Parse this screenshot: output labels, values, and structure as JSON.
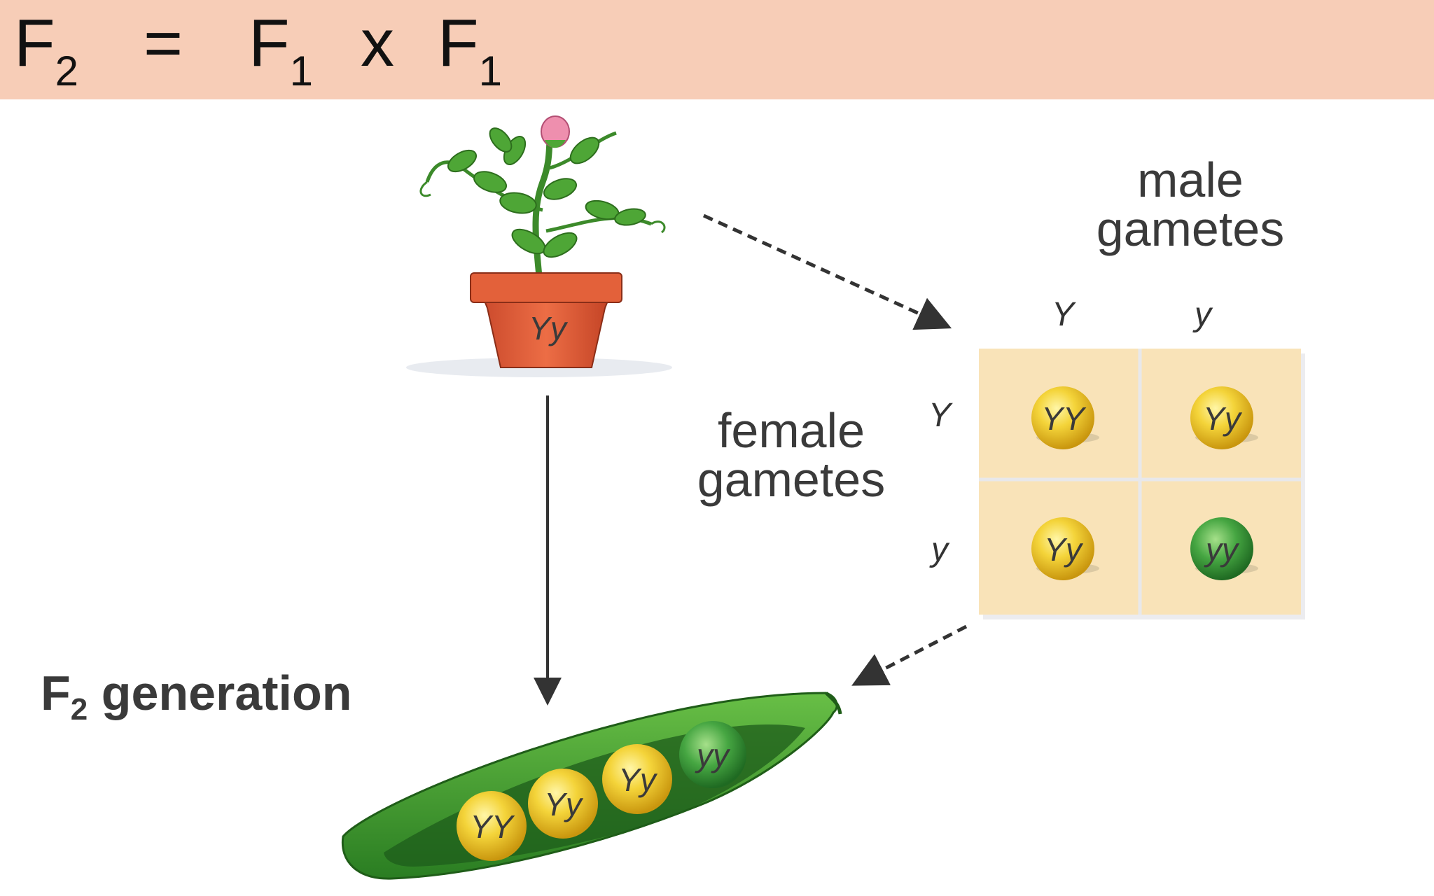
{
  "header": {
    "f2": "F",
    "f2_sub": "2",
    "equals": "=",
    "f1a": "F",
    "f1a_sub": "1",
    "times": "x",
    "f1b": "F",
    "f1b_sub": "1"
  },
  "plant": {
    "pot_label": "Yy"
  },
  "punnett": {
    "male_label_line1": "male",
    "male_label_line2": "gametes",
    "female_label_line1": "female",
    "female_label_line2": "gametes",
    "male_alleles": [
      "Y",
      "y"
    ],
    "female_alleles": [
      "Y",
      "y"
    ],
    "cells": [
      "YY",
      "Yy",
      "Yy",
      "yy"
    ]
  },
  "generation": {
    "label": "F",
    "label_sub": "2",
    "label_rest": " generation"
  },
  "pod": {
    "peas": [
      "YY",
      "Yy",
      "Yy",
      "yy"
    ]
  },
  "colors": {
    "header_bg": "#f7cdb7",
    "punnett_bg": "#f9e3b8",
    "yellow_pea": "#f2cc2a",
    "green_pea": "#3f9d3f",
    "pod": "#3a9a2c"
  }
}
